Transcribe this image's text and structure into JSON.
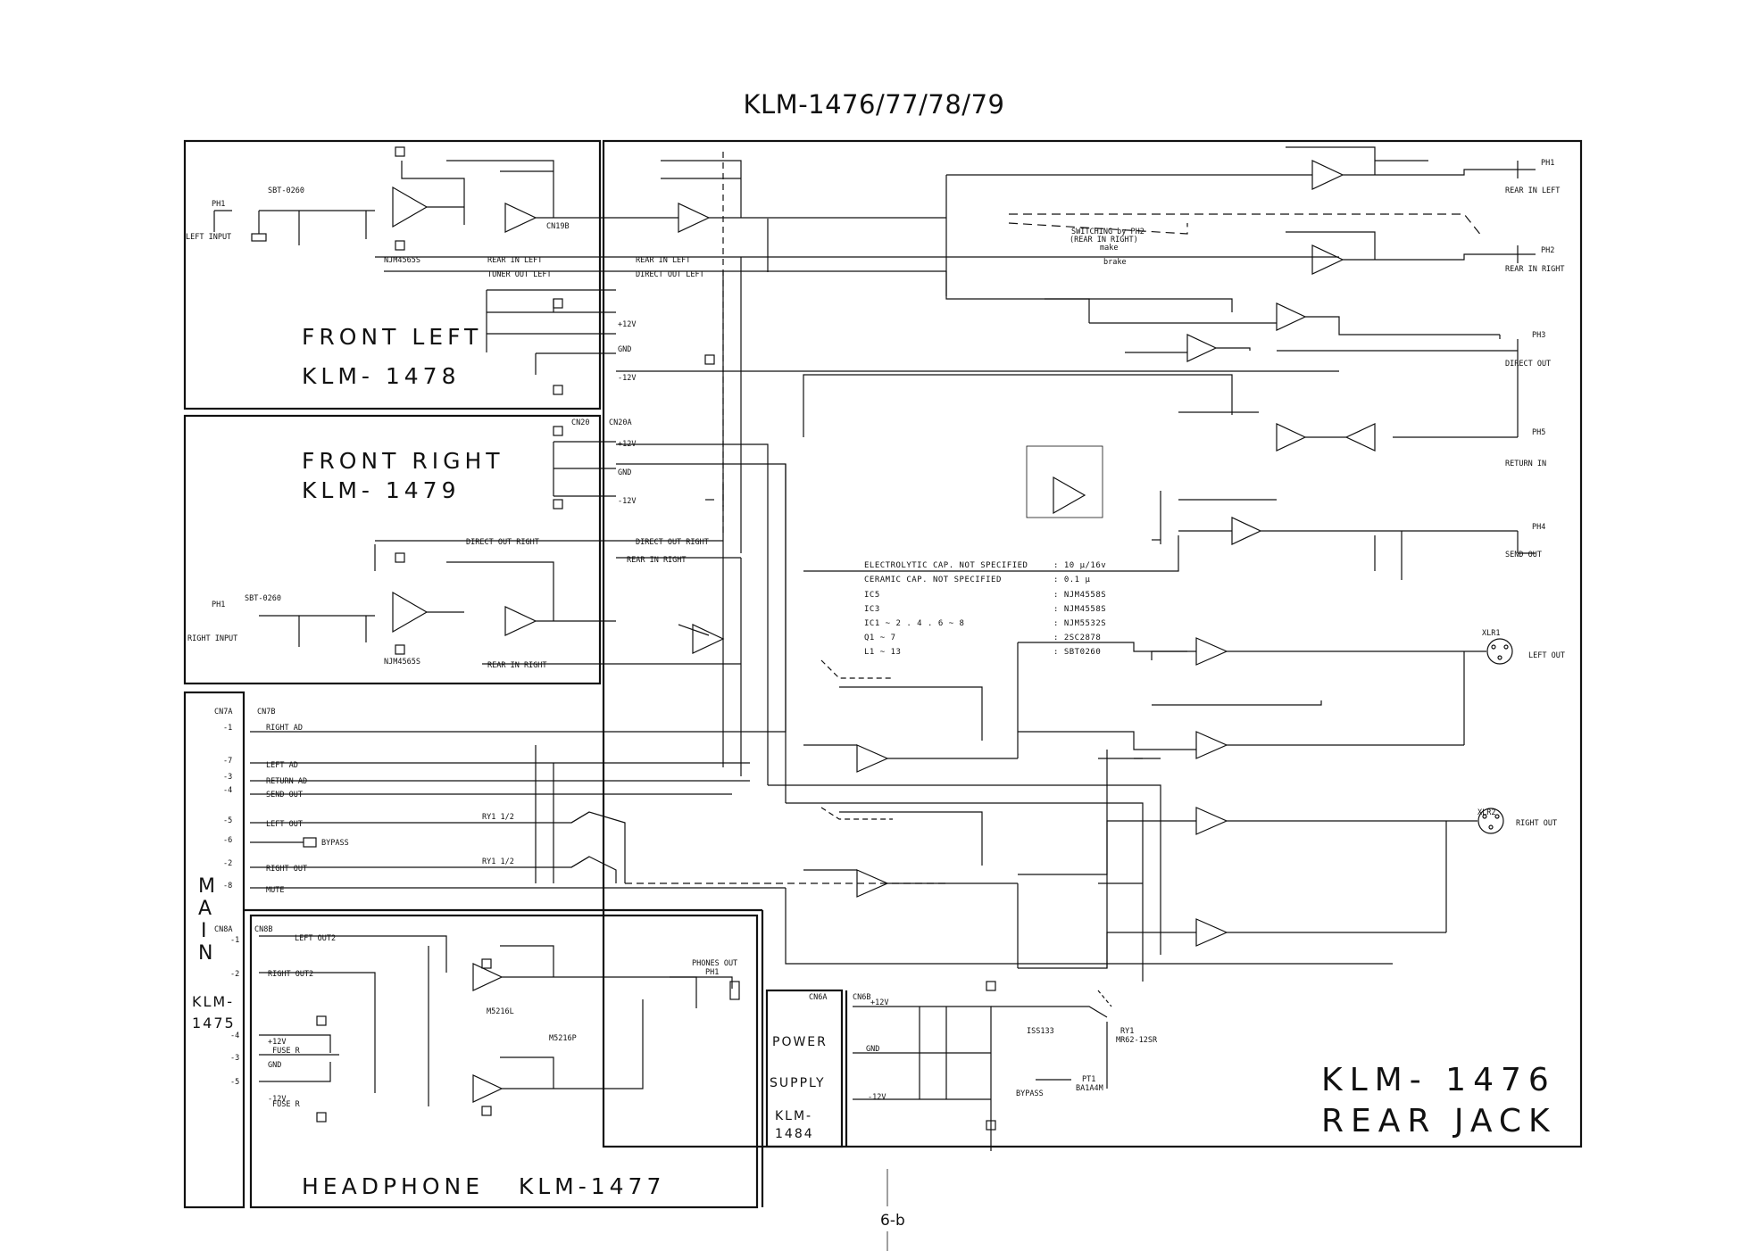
{
  "title": "KLM-1476/77/78/79",
  "page_number": "6-b",
  "blocks": {
    "front_left": [
      "FRONT LEFT",
      "KLM- 1478"
    ],
    "front_right": [
      "FRONT RIGHT",
      "KLM- 1479"
    ],
    "headphone": "HEADPHONE   KLM-1477",
    "main": [
      "M",
      "A",
      "I",
      "N"
    ],
    "klm1475": [
      "KLM-",
      "1475"
    ],
    "power": [
      "POWER",
      "SUPPLY",
      "KLM-",
      "1484"
    ],
    "rear": [
      "KLM- 1476",
      "REAR JACK"
    ]
  },
  "notes": [
    [
      "ELECTROLYTIC CAP. NOT SPECIFIED",
      ": 10 µ/16v"
    ],
    [
      "CERAMIC CAP. NOT SPECIFIED",
      ": 0.1 µ"
    ],
    [
      "IC5",
      ": NJM4558S"
    ],
    [
      "IC3",
      ": NJM4558S"
    ],
    [
      "IC1 ~ 2 . 4 . 6 ~ 8",
      ": NJM5532S"
    ],
    [
      "Q1 ~ 7",
      ": 2SC2878"
    ],
    [
      "L1 ~ 13",
      ": SBT0260"
    ]
  ],
  "jacks": {
    "ph1_rear": [
      "PH1",
      "REAR IN LEFT"
    ],
    "ph2_rear": [
      "PH2",
      "REAR IN RIGHT"
    ],
    "ph3": [
      "PH3",
      "DIRECT OUT"
    ],
    "ph5": [
      "PH5",
      "RETURN IN"
    ],
    "ph4": [
      "PH4",
      "SEND OUT"
    ],
    "xlr1": [
      "XLR1",
      "LEFT OUT"
    ],
    "xlr2": [
      "XLR2",
      "RIGHT OUT"
    ],
    "left_input": [
      "PH1",
      "LEFT INPUT"
    ],
    "right_input": [
      "PH1",
      "RIGHT INPUT"
    ],
    "phones": [
      "PHONES OUT",
      "PH1"
    ]
  },
  "signals": {
    "rear_in_left": "REAR IN LEFT",
    "tuner_out_left": "TUNER OUT LEFT",
    "direct_out_left": "DIRECT OUT LEFT",
    "direct_out_right": "DIRECT OUT RIGHT",
    "rear_in_right": "REAR IN RIGHT",
    "gnd": "GND",
    "p12v": "+12V",
    "m12v": "-12V",
    "switching": "SWITCHING by PH2",
    "switching2": "(REAR IN RIGHT)",
    "make": "make",
    "brake": "brake"
  },
  "main_pins": [
    [
      "-1",
      "RIGHT AD"
    ],
    [
      "-7",
      "LEFT AD"
    ],
    [
      "-3",
      "RETURN AD"
    ],
    [
      "-4",
      "SEND OUT"
    ],
    [
      "-5",
      "LEFT OUT"
    ],
    [
      "-6",
      "BYPASS"
    ],
    [
      "-2",
      "RIGHT OUT"
    ],
    [
      "-8",
      "MUTE"
    ]
  ],
  "hp_pins": [
    [
      "-1",
      "LEFT OUT2"
    ],
    [
      "-2",
      "RIGHT OUT2"
    ],
    [
      "-4",
      "+12V"
    ],
    [
      "-3",
      "GND"
    ],
    [
      "-5",
      "-12V"
    ]
  ],
  "connectors": {
    "cn7a": "CN7A",
    "cn7b": "CN7B",
    "cn8a": "CN8A",
    "cn8b": "CN8B",
    "cn6a": "CN6A",
    "cn6b": "CN6B",
    "cn19b": "CN19B",
    "cn20": "CN20",
    "cn20a": "CN20A"
  },
  "parts": {
    "sbt_fl": "SBT-0260",
    "sbt_fr": "SBT-0260",
    "njm_fl": "NJM4565S",
    "njm_fr": "NJM4565S",
    "ry1": "RY1",
    "mr62": "MR62-12SR",
    "iss133": "ISS133",
    "pt1": "PT1",
    "ba1a4m": "BA1A4M",
    "bypass": "BYPASS",
    "ry1_half": "RY1 1/2",
    "m5216l": "M5216L",
    "m5216p": "M5216P",
    "fuse": "FUSE R"
  }
}
